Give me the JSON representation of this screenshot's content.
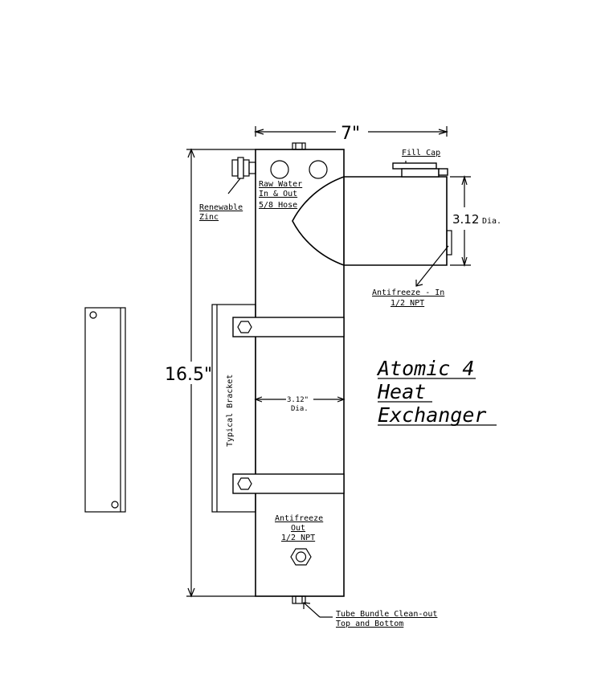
{
  "diagram": {
    "title_lines": [
      "Atomic 4",
      "Heat",
      "Exchanger"
    ],
    "dimensions": {
      "width": "7\"",
      "height": "16.5\"",
      "manifold_diameter": "3.12",
      "manifold_diameter_unit": "Dia.",
      "body_diameter": "3.12\"",
      "body_diameter_unit": "Dia."
    },
    "labels": {
      "fill_cap": "Fill Cap",
      "raw_water_1": "Raw Water",
      "raw_water_2": "In & Out",
      "raw_water_3": "5/8 Hose",
      "zinc_1": "Renewable",
      "zinc_2": "Zinc",
      "antifreeze_in_1": "Antifreeze - In",
      "antifreeze_in_2": "1/2 NPT",
      "antifreeze_out_1": "Antifreeze",
      "antifreeze_out_2": "Out",
      "antifreeze_out_3": "1/2 NPT",
      "bracket": "Typical Bracket",
      "tube_bundle_1": "Tube Bundle Clean-out",
      "tube_bundle_2": "Top and Bottom"
    }
  }
}
